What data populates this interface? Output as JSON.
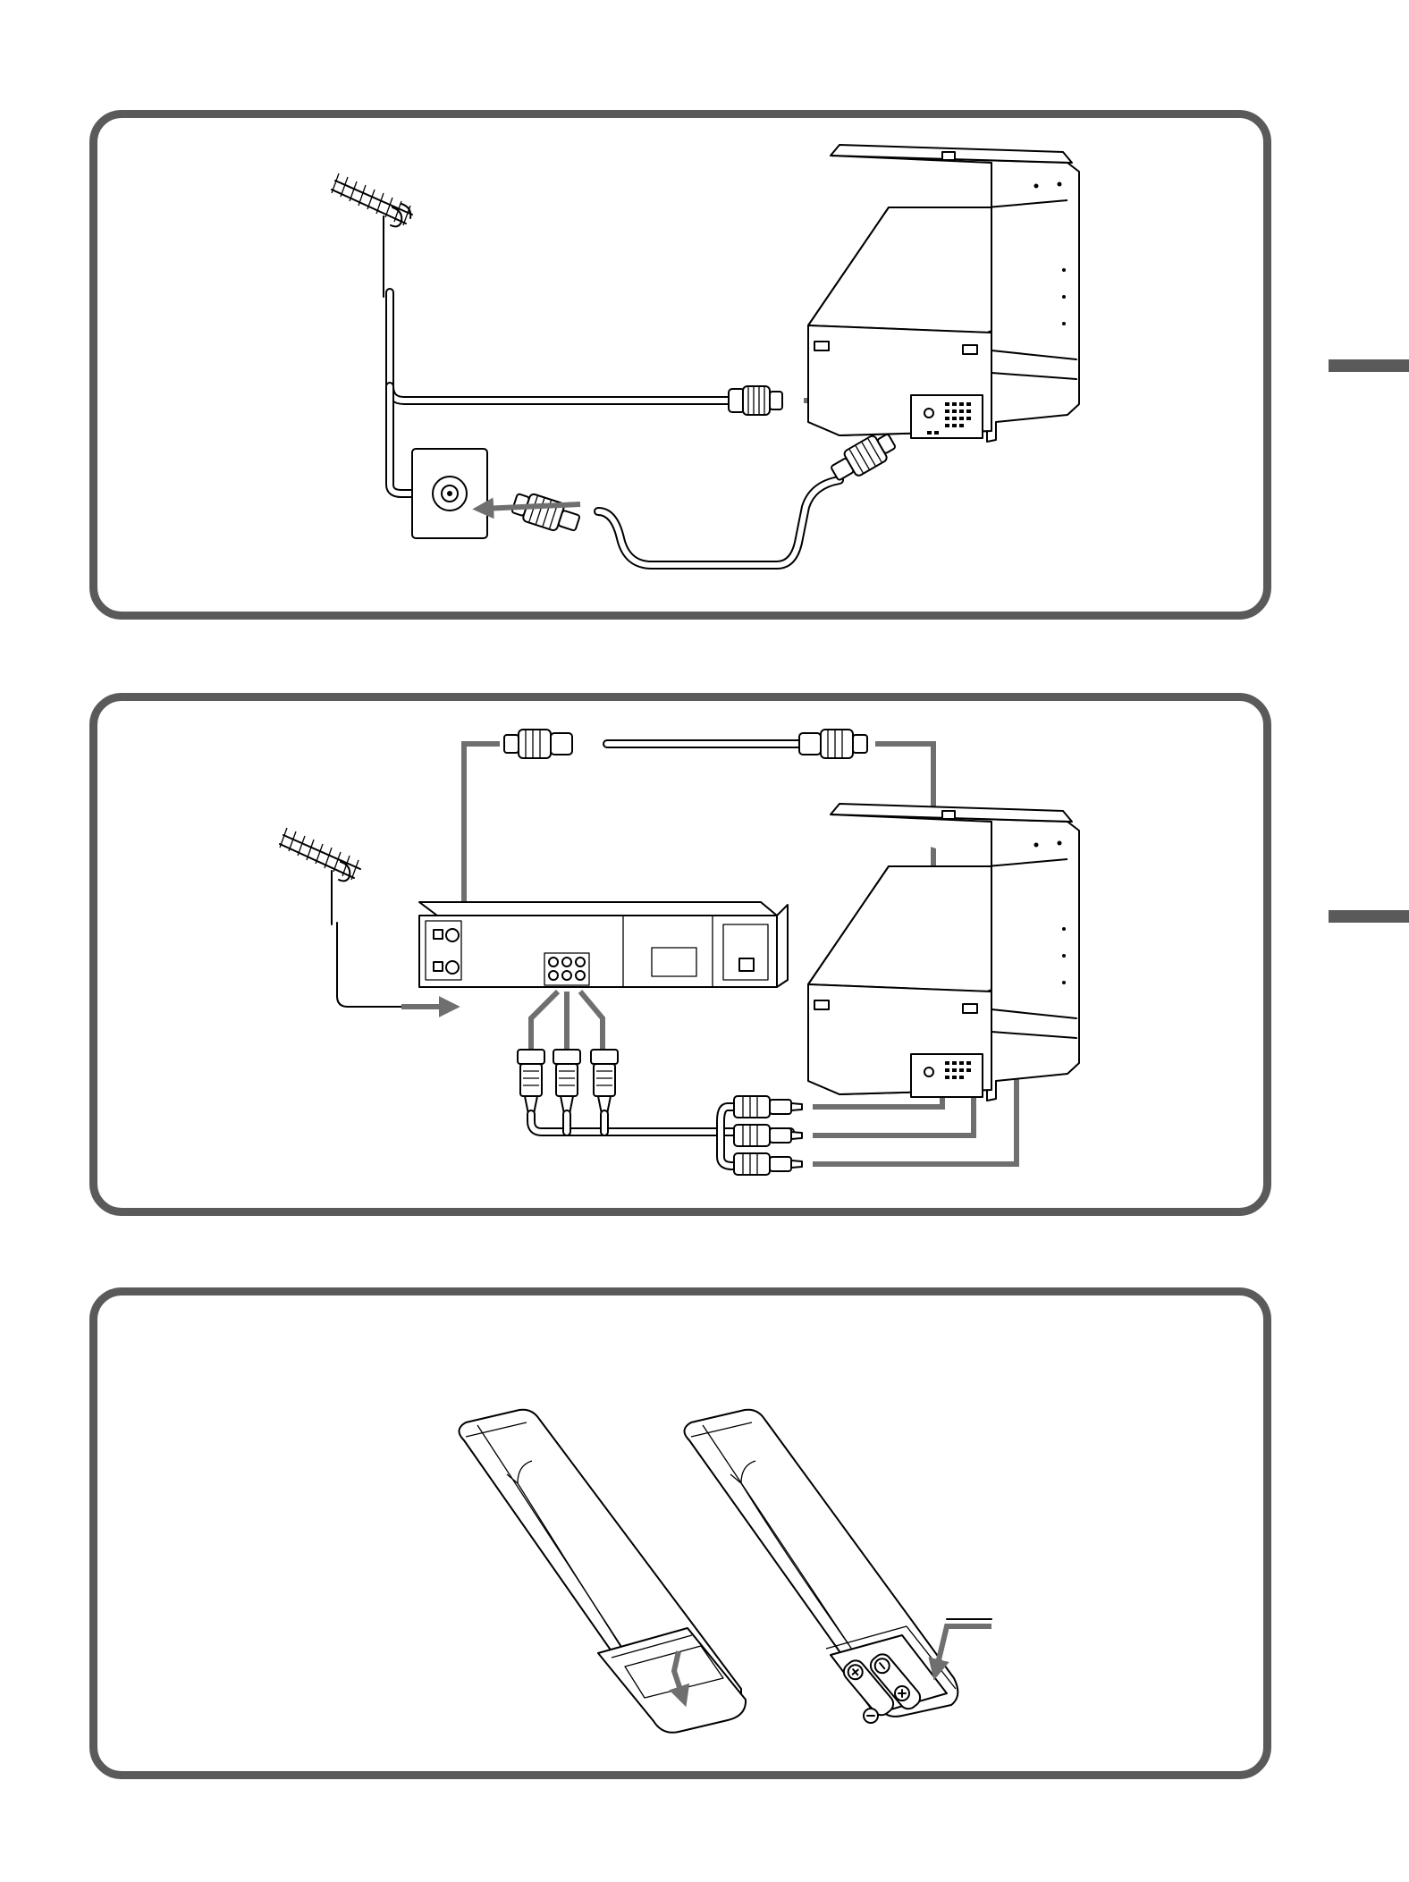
{
  "colors": {
    "frame": "#5a5a5a",
    "arrow": "#6f6f6f",
    "line": "#000000",
    "background": "#ffffff"
  },
  "panels": [
    {
      "id": "antenna-to-tv",
      "items": [
        "antenna-icon",
        "wall-socket-icon",
        "coax-cable-icon",
        "tv-rear-icon"
      ]
    },
    {
      "id": "antenna-vcr-tv",
      "items": [
        "antenna-icon",
        "vcr-rear-icon",
        "coax-cable-icon",
        "av-cable-icon",
        "tv-rear-icon"
      ]
    },
    {
      "id": "remote-batteries",
      "items": [
        "remote-cover-open-icon",
        "remote-battery-insert-icon"
      ]
    }
  ]
}
